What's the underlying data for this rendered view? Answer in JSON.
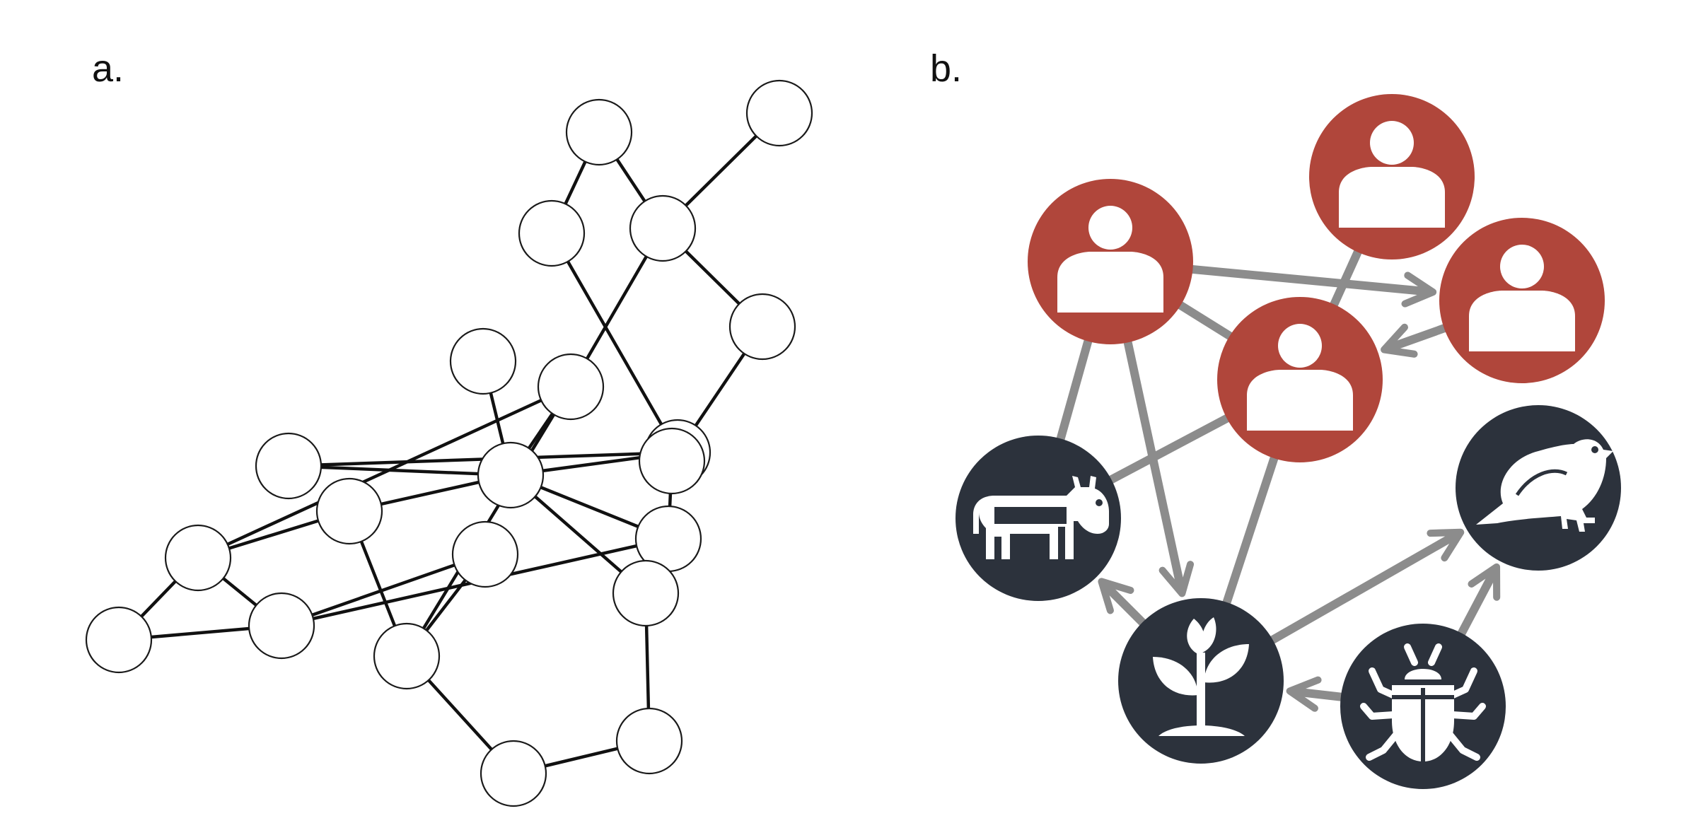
{
  "panels": {
    "a": {
      "label": "a."
    },
    "b": {
      "label": "b."
    }
  },
  "colors": {
    "node_fill": "#ffffff",
    "node_stroke": "#1a1a1a",
    "edge": "#111111",
    "human": "#b0463b",
    "nature": "#2c323c",
    "arrow": "#8c8c8c",
    "icon": "#ffffff"
  },
  "graph_a": {
    "node_count": 22,
    "edge_count": 31
  },
  "graph_b": {
    "nodes": [
      {
        "id": "person-1",
        "kind": "human",
        "icon": "person-icon"
      },
      {
        "id": "person-2",
        "kind": "human",
        "icon": "person-icon"
      },
      {
        "id": "person-3",
        "kind": "human",
        "icon": "person-icon"
      },
      {
        "id": "person-4",
        "kind": "human",
        "icon": "person-icon"
      },
      {
        "id": "cow",
        "kind": "nature",
        "icon": "cow-icon"
      },
      {
        "id": "bird",
        "kind": "nature",
        "icon": "bird-icon"
      },
      {
        "id": "plant",
        "kind": "nature",
        "icon": "plant-icon"
      },
      {
        "id": "beetle",
        "kind": "nature",
        "icon": "beetle-icon"
      }
    ]
  }
}
